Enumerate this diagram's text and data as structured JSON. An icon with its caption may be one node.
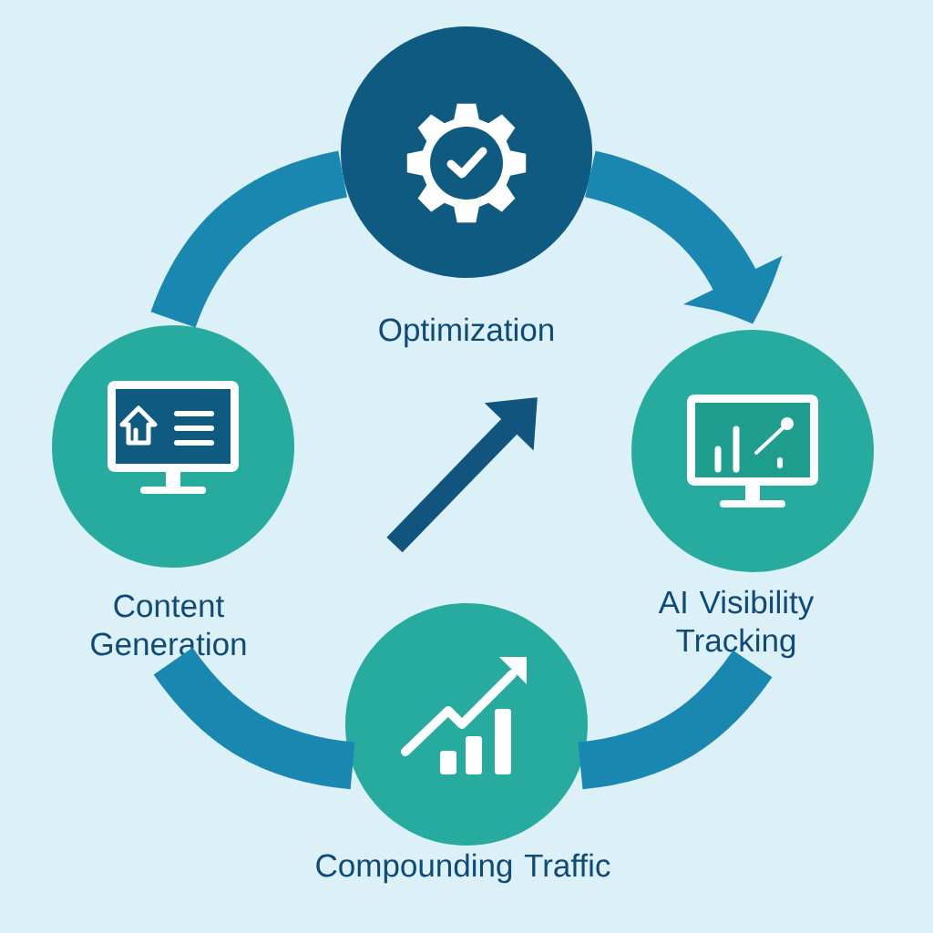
{
  "diagram": {
    "nodes": [
      {
        "text": [
          "Optimization"
        ]
      },
      {
        "text": [
          "AI Visibility Tracking"
        ]
      },
      {
        "text": [
          "Compounding Traffic"
        ]
      },
      {
        "text": [
          "Content Generation"
        ]
      }
    ],
    "edges": [
      {
        "from": 3,
        "to": 0,
        "arrow": "none"
      },
      {
        "from": 0,
        "to": 1,
        "arrow": "to"
      },
      {
        "from": 1,
        "to": 2,
        "arrow": "none"
      },
      {
        "from": 2,
        "to": 3,
        "arrow": "none"
      }
    ]
  }
}
